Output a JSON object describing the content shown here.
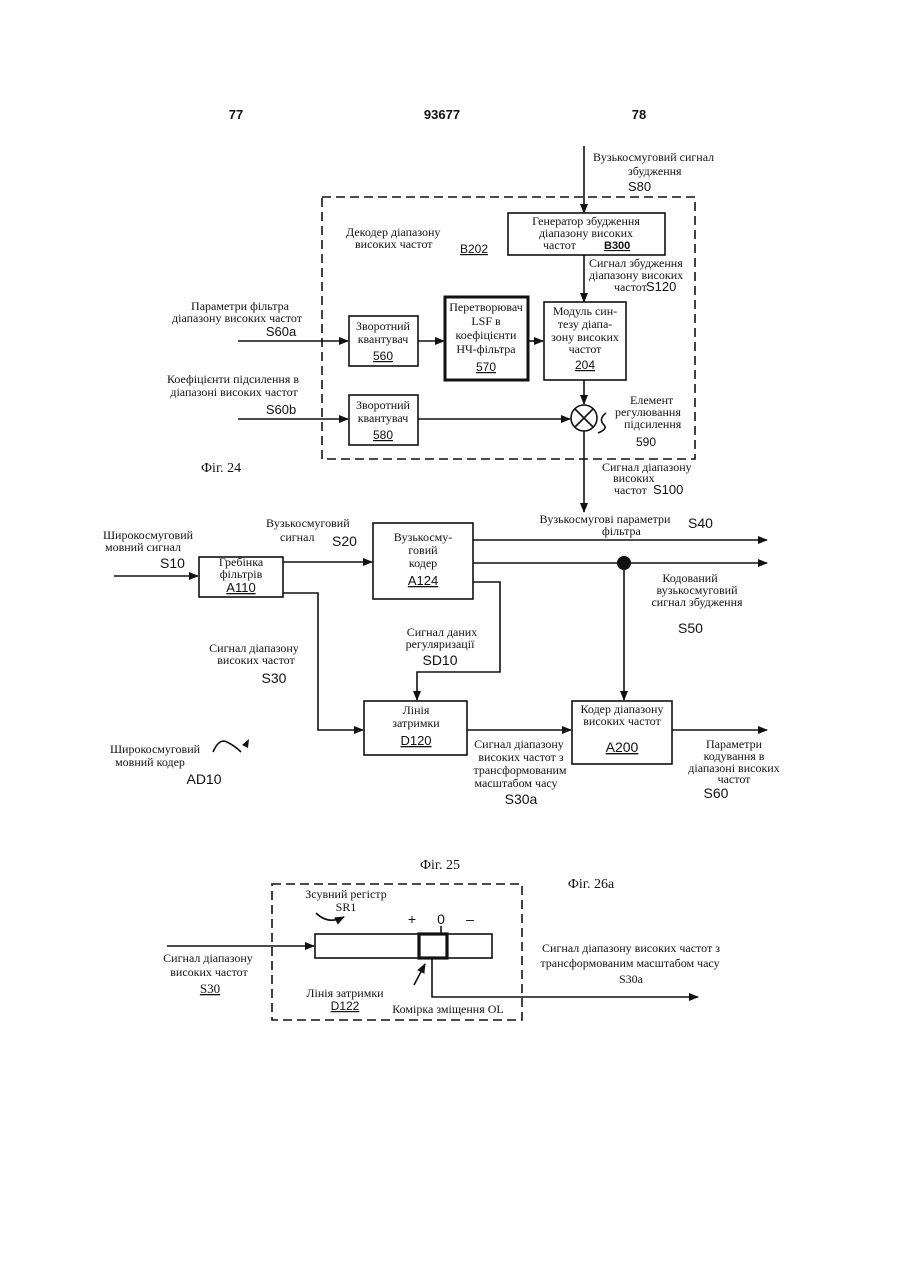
{
  "header": {
    "left_page": "77",
    "patent_number": "93677",
    "right_page": "78"
  },
  "fig24": {
    "caption": "Фіг. 24",
    "input_excitation": [
      "Вузькосмуговий сигнал",
      "збудження",
      "S80"
    ],
    "decoder_label": [
      "Декодер діапазону",
      "високих частот",
      "B202"
    ],
    "generator": [
      "Генератор збудження",
      "діапазону високих",
      "частот",
      "B300"
    ],
    "signal_s120": [
      "Сигнал збудження",
      "діапазону високих",
      "частот",
      "S120"
    ],
    "param_input": [
      "Параметри фільтра",
      "діапазону високих частот",
      "S60a"
    ],
    "gain_input": [
      "Коефіцієнти підсилення в",
      "діапазоні високих частот",
      "S60b"
    ],
    "dequant_560": [
      "Зворотний",
      "квантувач",
      "560"
    ],
    "dequant_580": [
      "Зворотний",
      "квантувач",
      "580"
    ],
    "converter_570": [
      "Перетворювач",
      "LSF в",
      "коефіцієнти",
      "НЧ-фільтра",
      "570"
    ],
    "synth_204": [
      "Модуль син-",
      "тезу діапа-",
      "зону високих",
      "частот",
      "204"
    ],
    "gain_element": [
      "Елемент",
      "регулювання",
      "підсилення",
      "590"
    ],
    "output_s100": [
      "Сигнал діапазону",
      "високих",
      "частот",
      "S100"
    ]
  },
  "fig25": {
    "caption": "Фіг. 25",
    "wideband_input": [
      "Широкосмуговий",
      "мовний сигнал",
      "S10"
    ],
    "filterbank": [
      "Гребінка",
      "фільтрів",
      "A110"
    ],
    "narrow_signal": [
      "Вузькосмуговий",
      "сигнал",
      "S20"
    ],
    "narrow_coder": [
      "Вузькосму-",
      "говий",
      "кодер",
      "A124"
    ],
    "filter_params": [
      "Вузькосмугові параметри",
      "фільтра",
      "S40"
    ],
    "encoded_excitation": [
      "Кодований",
      "вузькосмуговий",
      "сигнал збудження",
      "S50"
    ],
    "reg_data": [
      "Сигнал даних",
      "регуляризації",
      "SD10"
    ],
    "highband_signal": [
      "Сигнал діапазону",
      "високих частот",
      "S30"
    ],
    "delay_line": [
      "Лінія",
      "затримки",
      "D120"
    ],
    "warped_signal": [
      "Сигнал діапазону",
      "високих частот з",
      "трансформованим",
      "масштабом часу",
      "S30a"
    ],
    "highband_coder": [
      "Кодер діапазону",
      "високих частот",
      "A200"
    ],
    "coding_params": [
      "Параметри",
      "кодування  в",
      "діапазоні високих",
      "частот",
      "S60"
    ],
    "wideband_coder": [
      "Широкосмуговий",
      "мовний кодер",
      "AD10"
    ]
  },
  "fig26a": {
    "caption": "Фіг. 26а",
    "shift_register": [
      "Зсувний регістр",
      "SR1"
    ],
    "signs": [
      "+",
      "0",
      "–"
    ],
    "input": [
      "Сигнал діапазону",
      "високих частот",
      "S30"
    ],
    "delay": [
      "Лінія затримки",
      "D122"
    ],
    "offset_cell": "Комірка зміщення OL",
    "output": [
      "Сигнал діапазону високих частот з",
      "трансформованим масштабом часу",
      "S30a"
    ]
  }
}
